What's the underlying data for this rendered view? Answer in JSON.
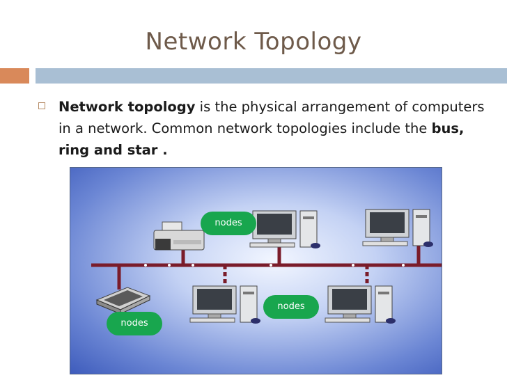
{
  "slide": {
    "title": "Network Topology",
    "bullet": {
      "term": "Network topology",
      "text1": " is the physical arrangement of computers in a network. Common network topologies include the ",
      "emph": "bus, ring and star .",
      "text2": ""
    }
  },
  "diagram": {
    "topology": "bus",
    "node_labels": [
      "nodes",
      "nodes",
      "nodes"
    ],
    "devices": [
      "printer-icon",
      "scanner-icon",
      "computer-icon",
      "computer-icon",
      "computer-icon",
      "computer-icon"
    ],
    "colors": {
      "bus": "#7a1c2a",
      "node_label": "#18a64e",
      "title": "#6e5a4a"
    }
  }
}
